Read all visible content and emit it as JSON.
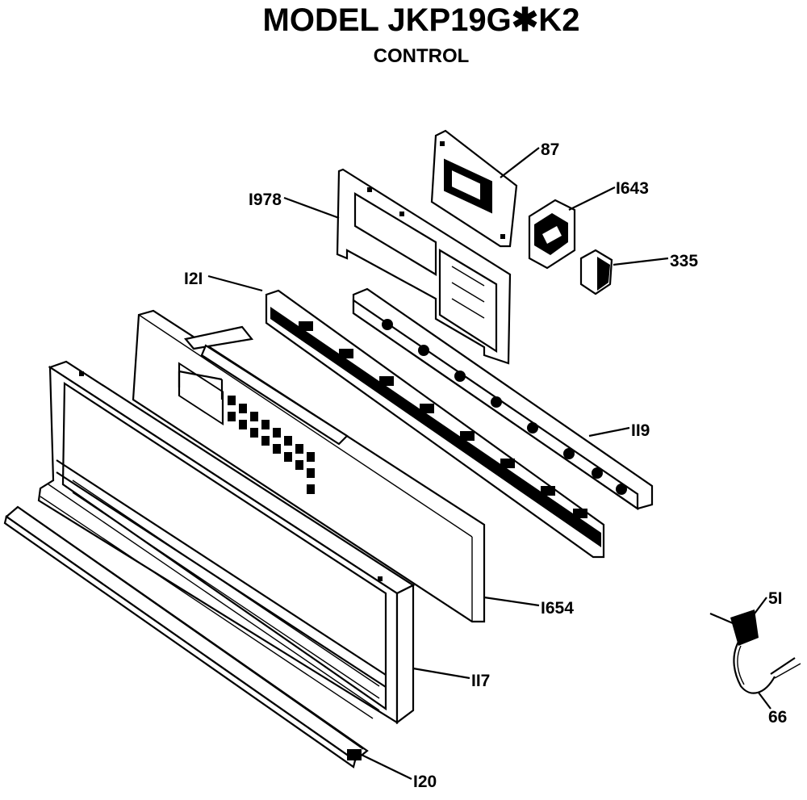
{
  "diagram": {
    "title": "MODEL JKP19G✱K2",
    "subtitle": "CONTROL",
    "callouts": {
      "c87": "87",
      "c1643": "I643",
      "c335": "335",
      "c1978": "I978",
      "c121": "I2I",
      "c119": "II9",
      "c1654": "I654",
      "c117": "II7",
      "c120": "I20",
      "c51": "5I",
      "c66": "66"
    }
  }
}
